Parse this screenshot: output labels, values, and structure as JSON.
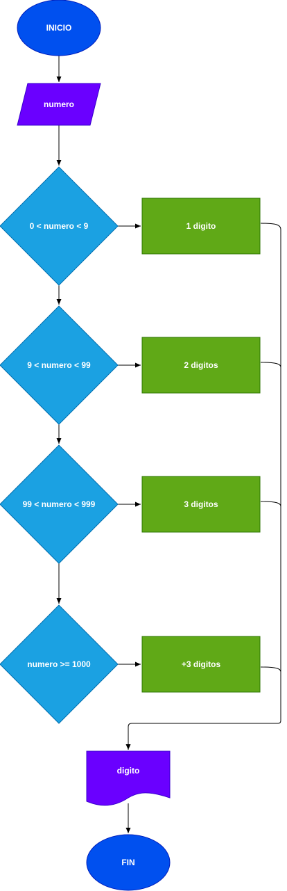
{
  "colors": {
    "terminal": "#0050ef",
    "io": "#6a00ff",
    "decision": "#1ba1e2",
    "process": "#60a917",
    "process_border": "#2d7600",
    "edge": "#000000",
    "text": "#ffffff"
  },
  "nodes": {
    "start": {
      "label": "INICIO",
      "shape": "ellipse"
    },
    "input": {
      "label": "numero",
      "shape": "parallelogram"
    },
    "decisions": [
      {
        "label": "0 < numero < 9",
        "shape": "diamond"
      },
      {
        "label": "9 < numero < 99",
        "shape": "diamond"
      },
      {
        "label": "99 < numero < 999",
        "shape": "diamond"
      },
      {
        "label": "numero >= 1000",
        "shape": "diamond"
      }
    ],
    "processes": [
      {
        "label": "1 digito",
        "shape": "rectangle"
      },
      {
        "label": "2 digitos",
        "shape": "rectangle"
      },
      {
        "label": "3 digitos",
        "shape": "rectangle"
      },
      {
        "label": "+3 digitos",
        "shape": "rectangle"
      }
    ],
    "output": {
      "label": "digito",
      "shape": "document"
    },
    "end": {
      "label": "FIN",
      "shape": "ellipse"
    }
  }
}
